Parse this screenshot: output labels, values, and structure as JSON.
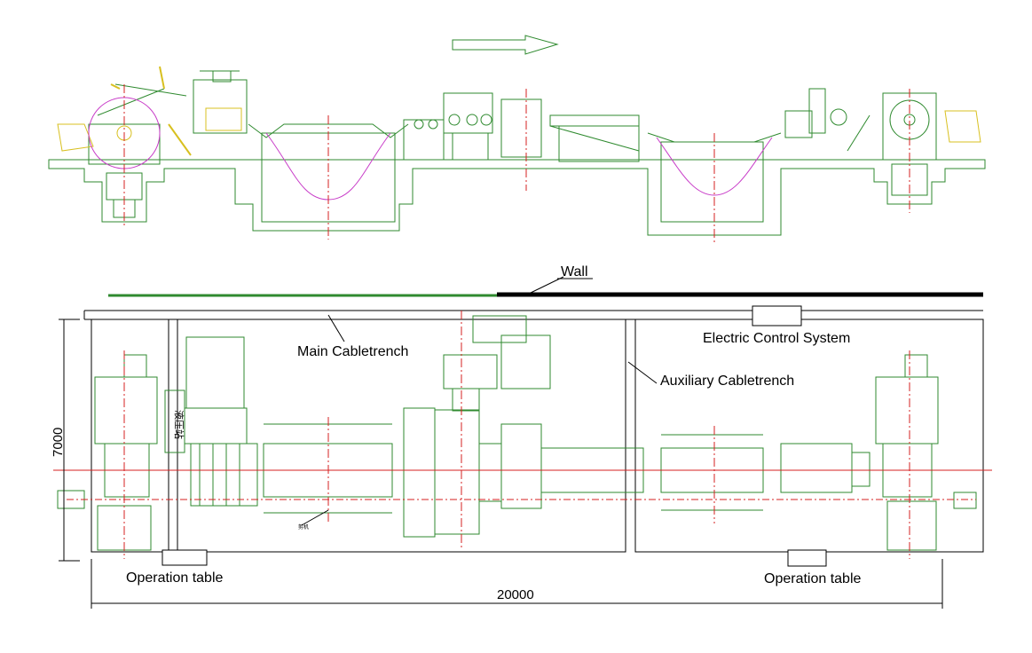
{
  "labels": {
    "wall": "Wall",
    "main_cabletrench": "Main Cabletrench",
    "electric_control_system": "Electric Control System",
    "auxiliary_cabletrench": "Auxiliary Cabletrench",
    "operation_table_left": "Operation table",
    "operation_table_right": "Operation table",
    "dim_length": "20000",
    "dim_width": "7000",
    "hydraulic_station": "液压站",
    "small_note": "剪机"
  },
  "colors": {
    "outline": "#2f8a2f",
    "centerline": "#d42020",
    "loop": "#c83cc8",
    "highlight": "#d8c020",
    "ink": "#000000"
  }
}
